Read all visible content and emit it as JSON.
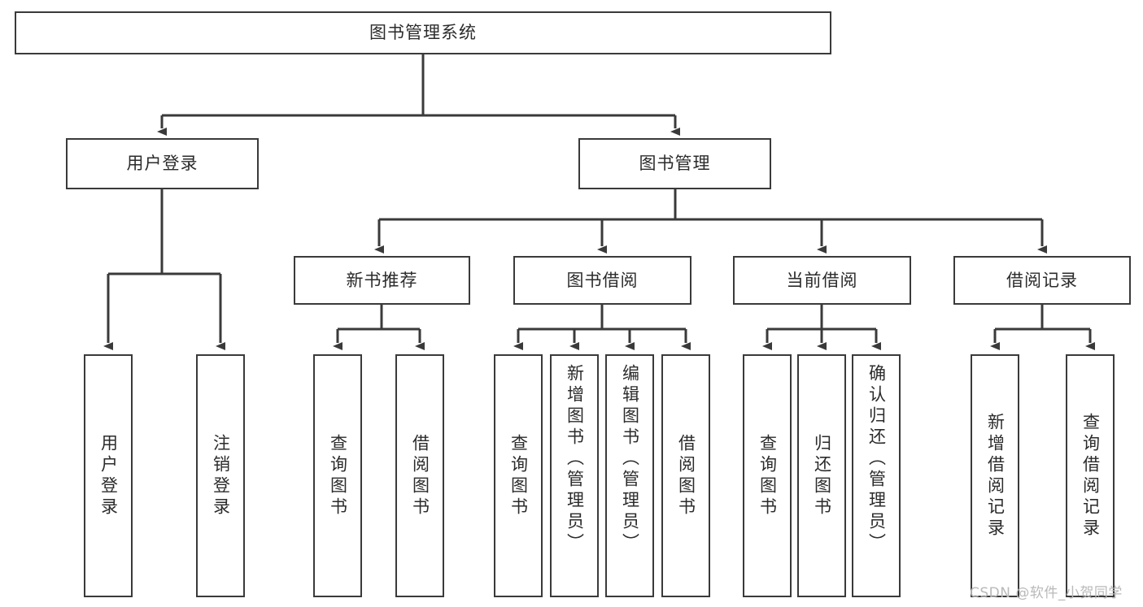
{
  "diagram": {
    "title": "图书管理系统",
    "root": {
      "label": "图书管理系统"
    },
    "tier2": [
      {
        "label": "用户登录"
      },
      {
        "label": "图书管理"
      }
    ],
    "tier3": [
      {
        "label": "新书推荐"
      },
      {
        "label": "图书借阅"
      },
      {
        "label": "当前借阅"
      },
      {
        "label": "借阅记录"
      }
    ],
    "leaves": {
      "user_login": [
        {
          "label": "用户登录"
        },
        {
          "label": "注销登录"
        }
      ],
      "new_book_recommend": [
        {
          "label": "查询图书"
        },
        {
          "label": "借阅图书"
        }
      ],
      "book_borrow": [
        {
          "label": "查询图书"
        },
        {
          "label": "新增图书（管理员）"
        },
        {
          "label": "编辑图书（管理员）"
        },
        {
          "label": "借阅图书"
        }
      ],
      "current_borrow": [
        {
          "label": "查询图书"
        },
        {
          "label": "归还图书"
        },
        {
          "label": "确认归还（管理员）"
        }
      ],
      "borrow_record": [
        {
          "label": "新增借阅记录"
        },
        {
          "label": "查询借阅记录"
        }
      ]
    }
  },
  "watermark": {
    "text": "CSDN @软件_小贺同学"
  },
  "colors": {
    "stroke": "#3a3a3a",
    "text": "#2b2b2b",
    "background": "#ffffff",
    "watermark": "#b9b9b9"
  }
}
